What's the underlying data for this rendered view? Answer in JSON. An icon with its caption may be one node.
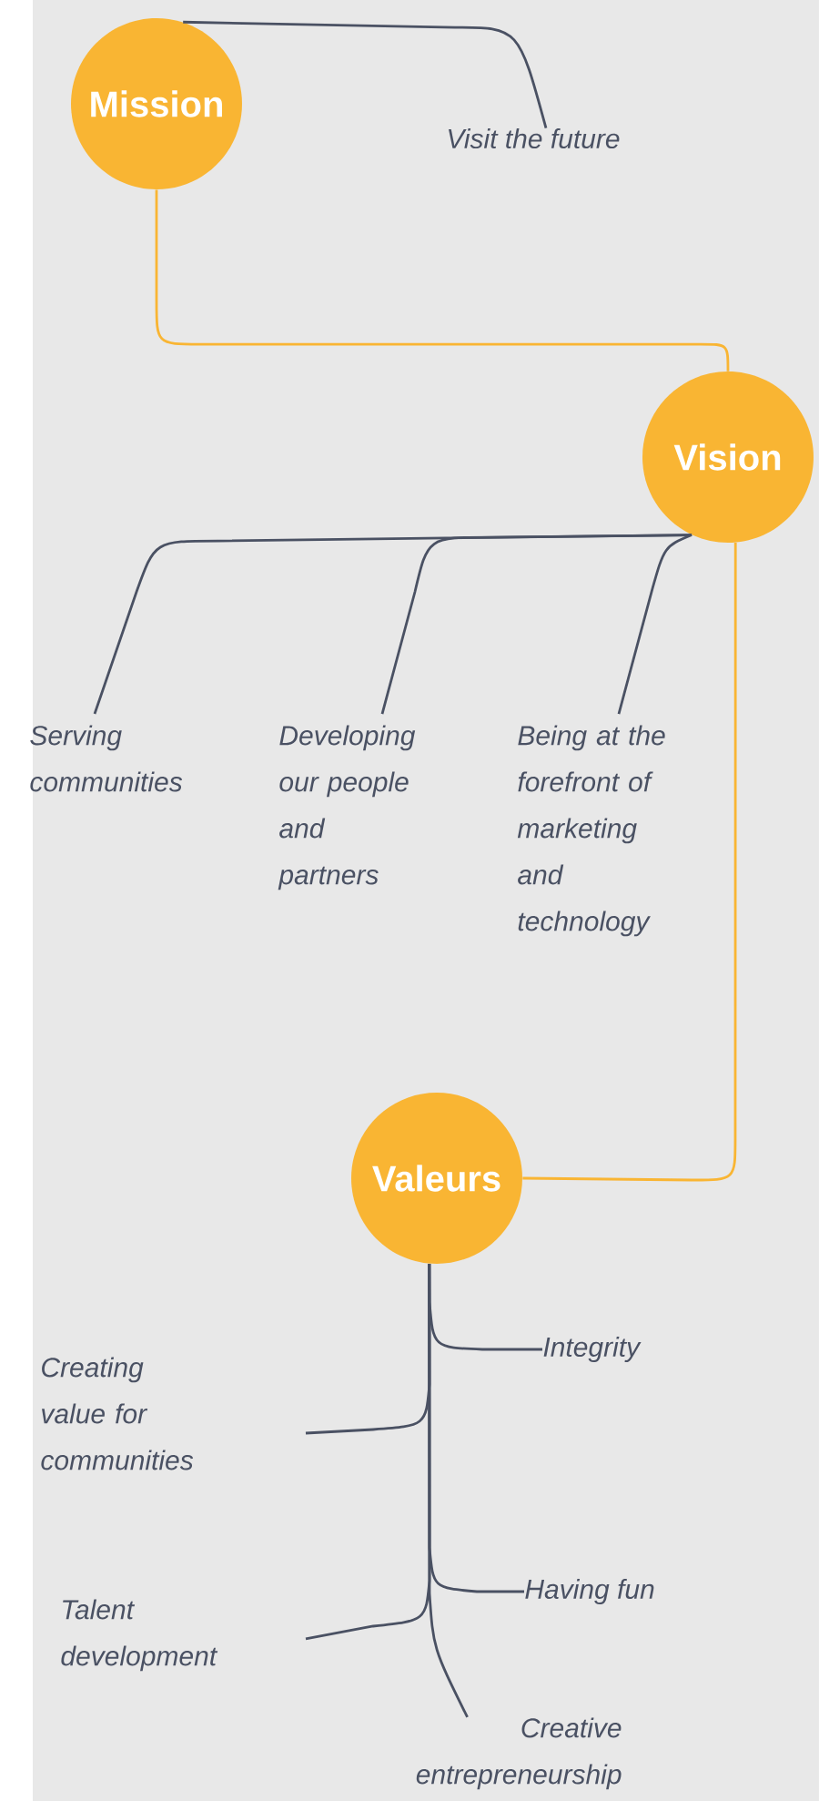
{
  "diagram": {
    "nodes": [
      {
        "text": [
          "Mission"
        ]
      },
      {
        "text": [
          "Visit the future"
        ]
      },
      {
        "text": [
          "Vision"
        ]
      },
      {
        "text": [
          "Serving communities"
        ]
      },
      {
        "text": [
          "Developing our people and partners"
        ]
      },
      {
        "text": [
          "Being at the forefront of marketing and technology"
        ]
      },
      {
        "text": [
          "Valeurs"
        ]
      },
      {
        "text": [
          "Integrity"
        ]
      },
      {
        "text": [
          "Creating value for communities"
        ]
      },
      {
        "text": [
          "Having fun"
        ]
      },
      {
        "text": [
          "Talent development"
        ]
      },
      {
        "text": [
          "Creative entrepreneurship"
        ]
      }
    ],
    "edges": [
      {
        "from": 0,
        "to": 1,
        "arrow": "none"
      },
      {
        "from": 0,
        "to": 2,
        "arrow": "none",
        "color": "#f9b533"
      },
      {
        "from": 2,
        "to": 3,
        "arrow": "none"
      },
      {
        "from": 2,
        "to": 4,
        "arrow": "none"
      },
      {
        "from": 2,
        "to": 5,
        "arrow": "none"
      },
      {
        "from": 2,
        "to": 6,
        "arrow": "none",
        "color": "#f9b533"
      },
      {
        "from": 6,
        "to": 7,
        "arrow": "none"
      },
      {
        "from": 6,
        "to": 8,
        "arrow": "none"
      },
      {
        "from": 6,
        "to": 9,
        "arrow": "none"
      },
      {
        "from": 6,
        "to": 10,
        "arrow": "none"
      },
      {
        "from": 6,
        "to": 11,
        "arrow": "none"
      }
    ]
  }
}
